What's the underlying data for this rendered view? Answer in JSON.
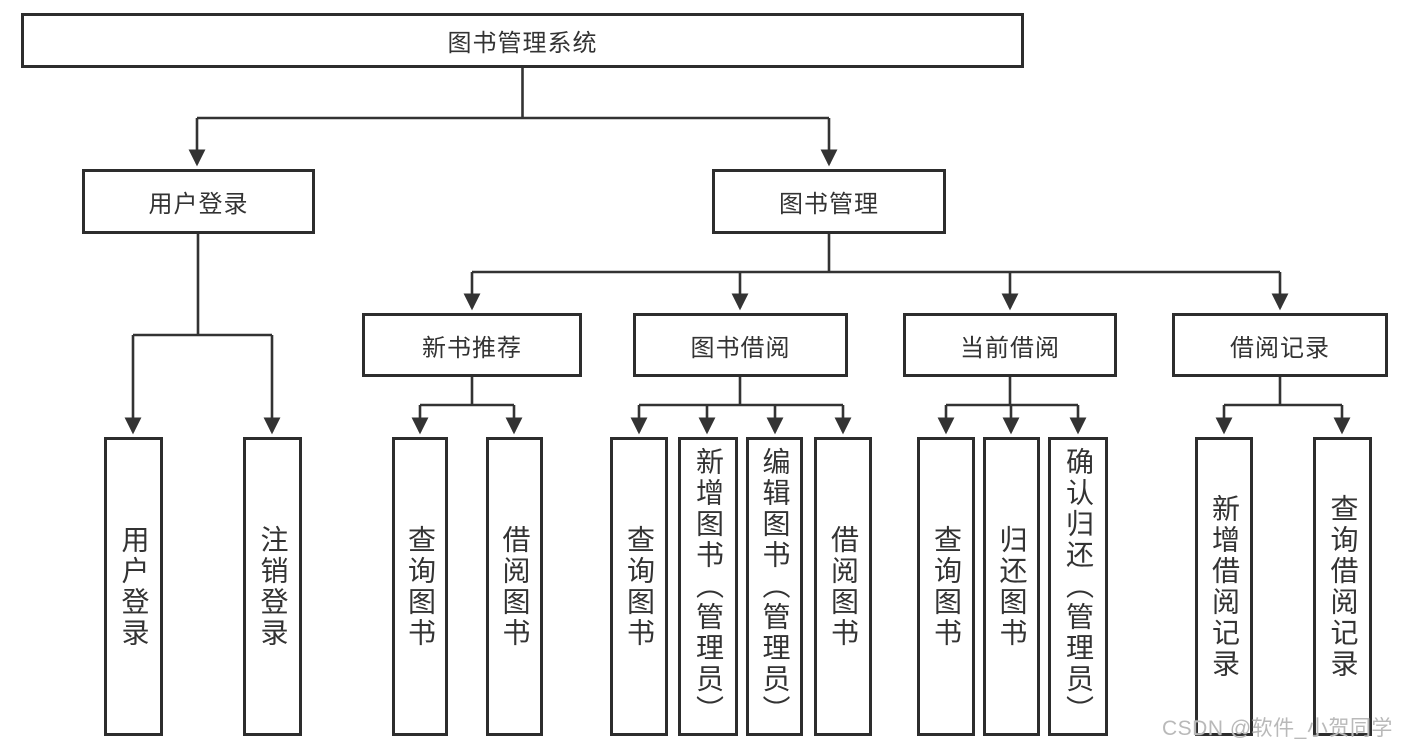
{
  "tree": {
    "root": {
      "label": "图书管理系统"
    },
    "branches": [
      {
        "label": "用户登录",
        "children": [
          {
            "label": "用户登录"
          },
          {
            "label": "注销登录"
          }
        ]
      },
      {
        "label": "图书管理",
        "groups": [
          {
            "label": "新书推荐",
            "children": [
              {
                "label": "查询图书"
              },
              {
                "label": "借阅图书"
              }
            ]
          },
          {
            "label": "图书借阅",
            "children": [
              {
                "label": "查询图书"
              },
              {
                "label": "新增图书（管理员）"
              },
              {
                "label": "编辑图书（管理员）"
              },
              {
                "label": "借阅图书"
              }
            ]
          },
          {
            "label": "当前借阅",
            "children": [
              {
                "label": "查询图书"
              },
              {
                "label": "归还图书"
              },
              {
                "label": "确认归还（管理员）"
              }
            ]
          },
          {
            "label": "借阅记录",
            "children": [
              {
                "label": "新增借阅记录"
              },
              {
                "label": "查询借阅记录"
              }
            ]
          }
        ]
      }
    ]
  },
  "watermark": {
    "text": "CSDN @软件_小贺同学"
  },
  "colors": {
    "line": "#333333",
    "box_border": "#2d2d2d",
    "text": "#333333",
    "background": "#ffffff",
    "watermark": "#b9b9b9"
  }
}
